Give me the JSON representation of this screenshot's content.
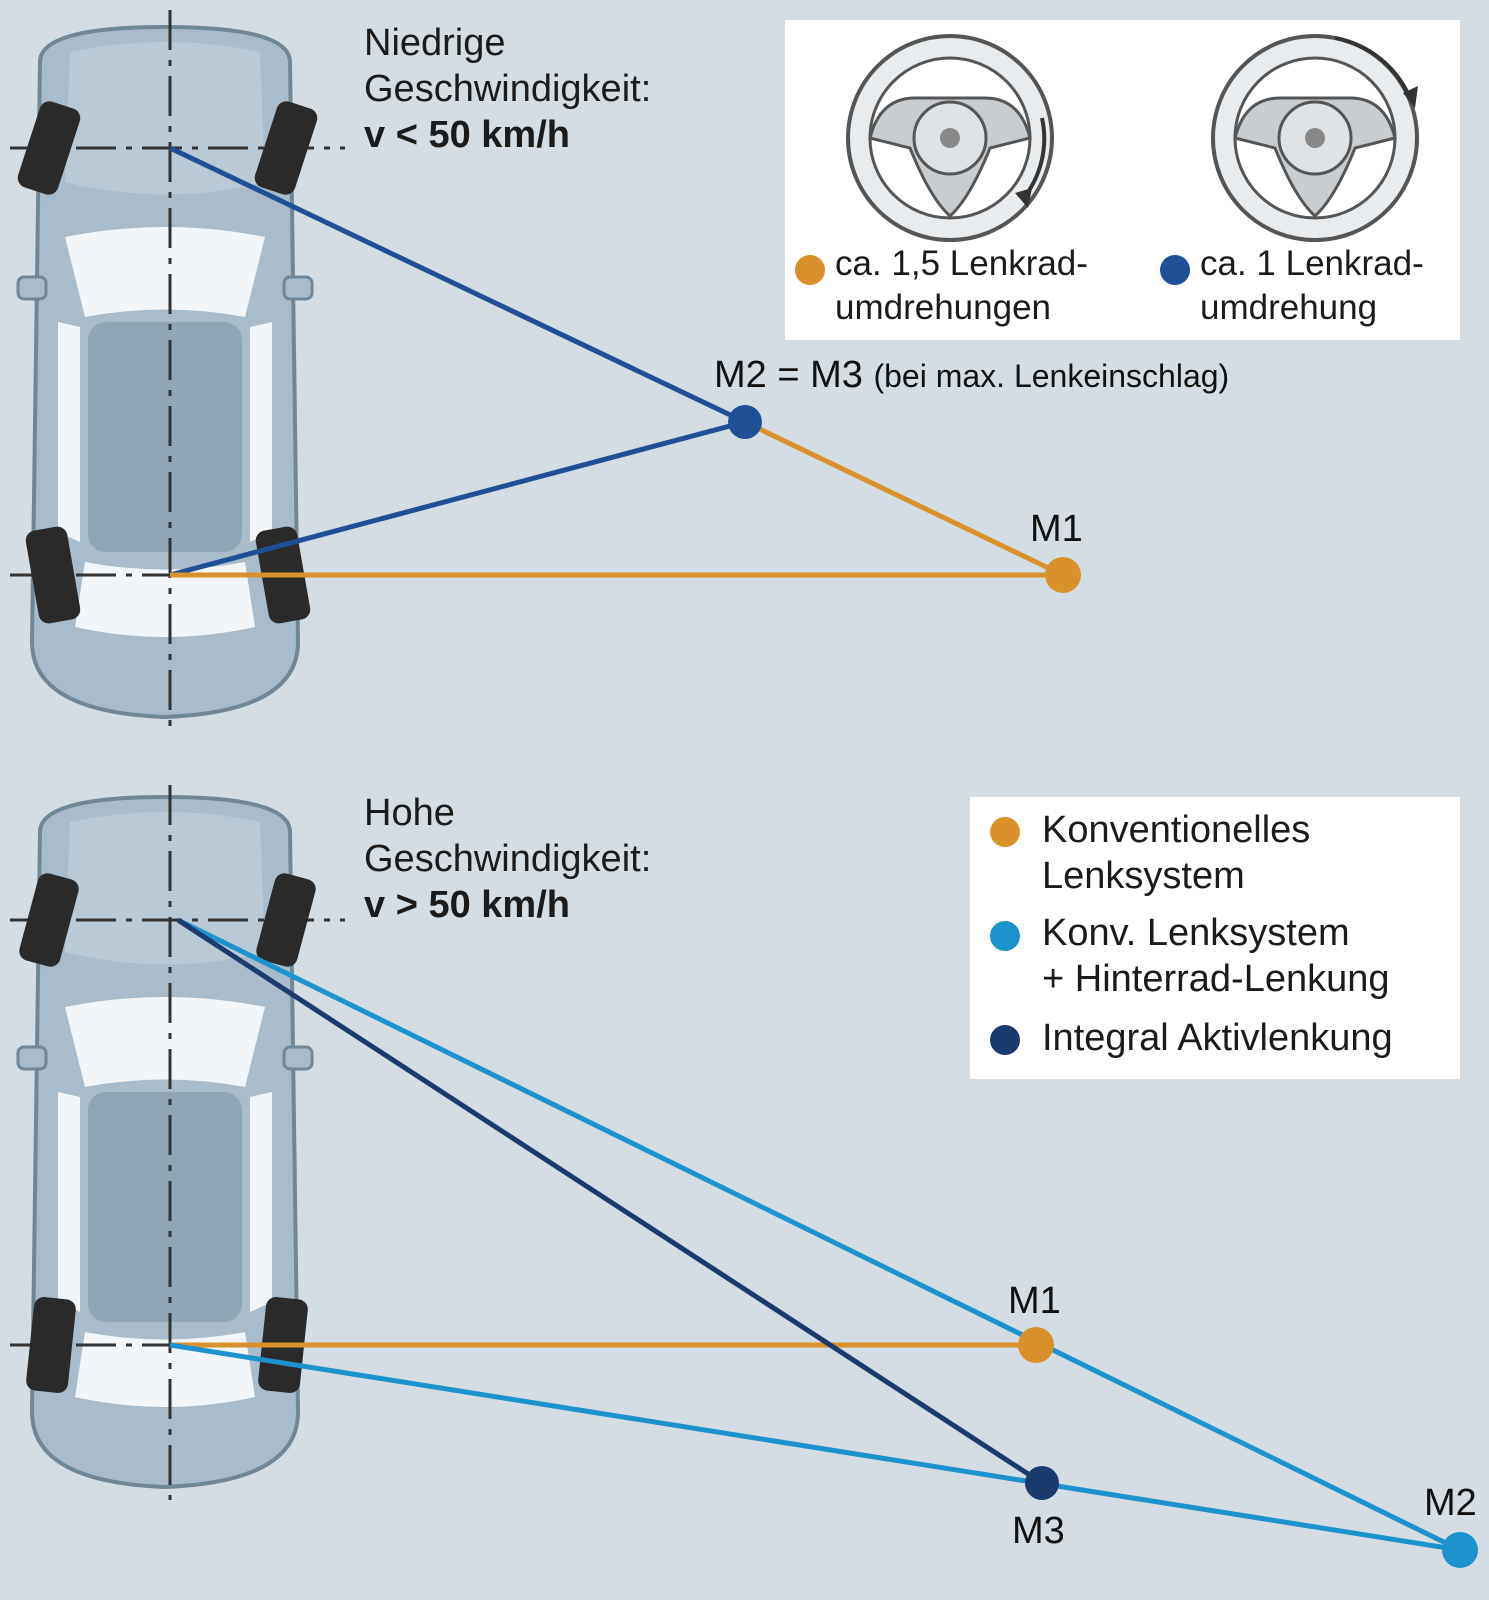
{
  "colors": {
    "background": "#d3dde3",
    "orange": "#d9922b",
    "blue_dark": "#1f4f95",
    "blue_light": "#1e92cc",
    "navy": "#1b3a6e",
    "car_body": "#a8bccb",
    "tire": "#2a2a2a"
  },
  "top_section": {
    "title_line1": "Niedrige",
    "title_line2": "Geschwindigkeit:",
    "title_line3": "v < 50 km/h",
    "point_m2m3_label": "M2 = M3",
    "point_m2m3_note": "(bei max. Lenkeinschlag)",
    "point_m1_label": "M1",
    "wheel_legend": [
      {
        "line1": "ca. 1,5 Lenkrad-",
        "line2": "umdrehungen",
        "color": "orange"
      },
      {
        "line1": "ca. 1 Lenkrad-",
        "line2": "umdrehung",
        "color": "blue_dark"
      }
    ]
  },
  "bottom_section": {
    "title_line1": "Hohe",
    "title_line2": "Geschwindigkeit:",
    "title_line3": "v > 50 km/h",
    "point_m1_label": "M1",
    "point_m2_label": "M2",
    "point_m3_label": "M3",
    "legend": [
      {
        "line1": "Konventionelles",
        "line2": "Lenksystem",
        "color": "orange"
      },
      {
        "line1": "Konv. Lenksystem",
        "line2": "+ Hinterrad-Lenkung",
        "color": "blue_light"
      },
      {
        "line1": "Integral Aktivlenkung",
        "line2": "",
        "color": "navy"
      }
    ]
  }
}
